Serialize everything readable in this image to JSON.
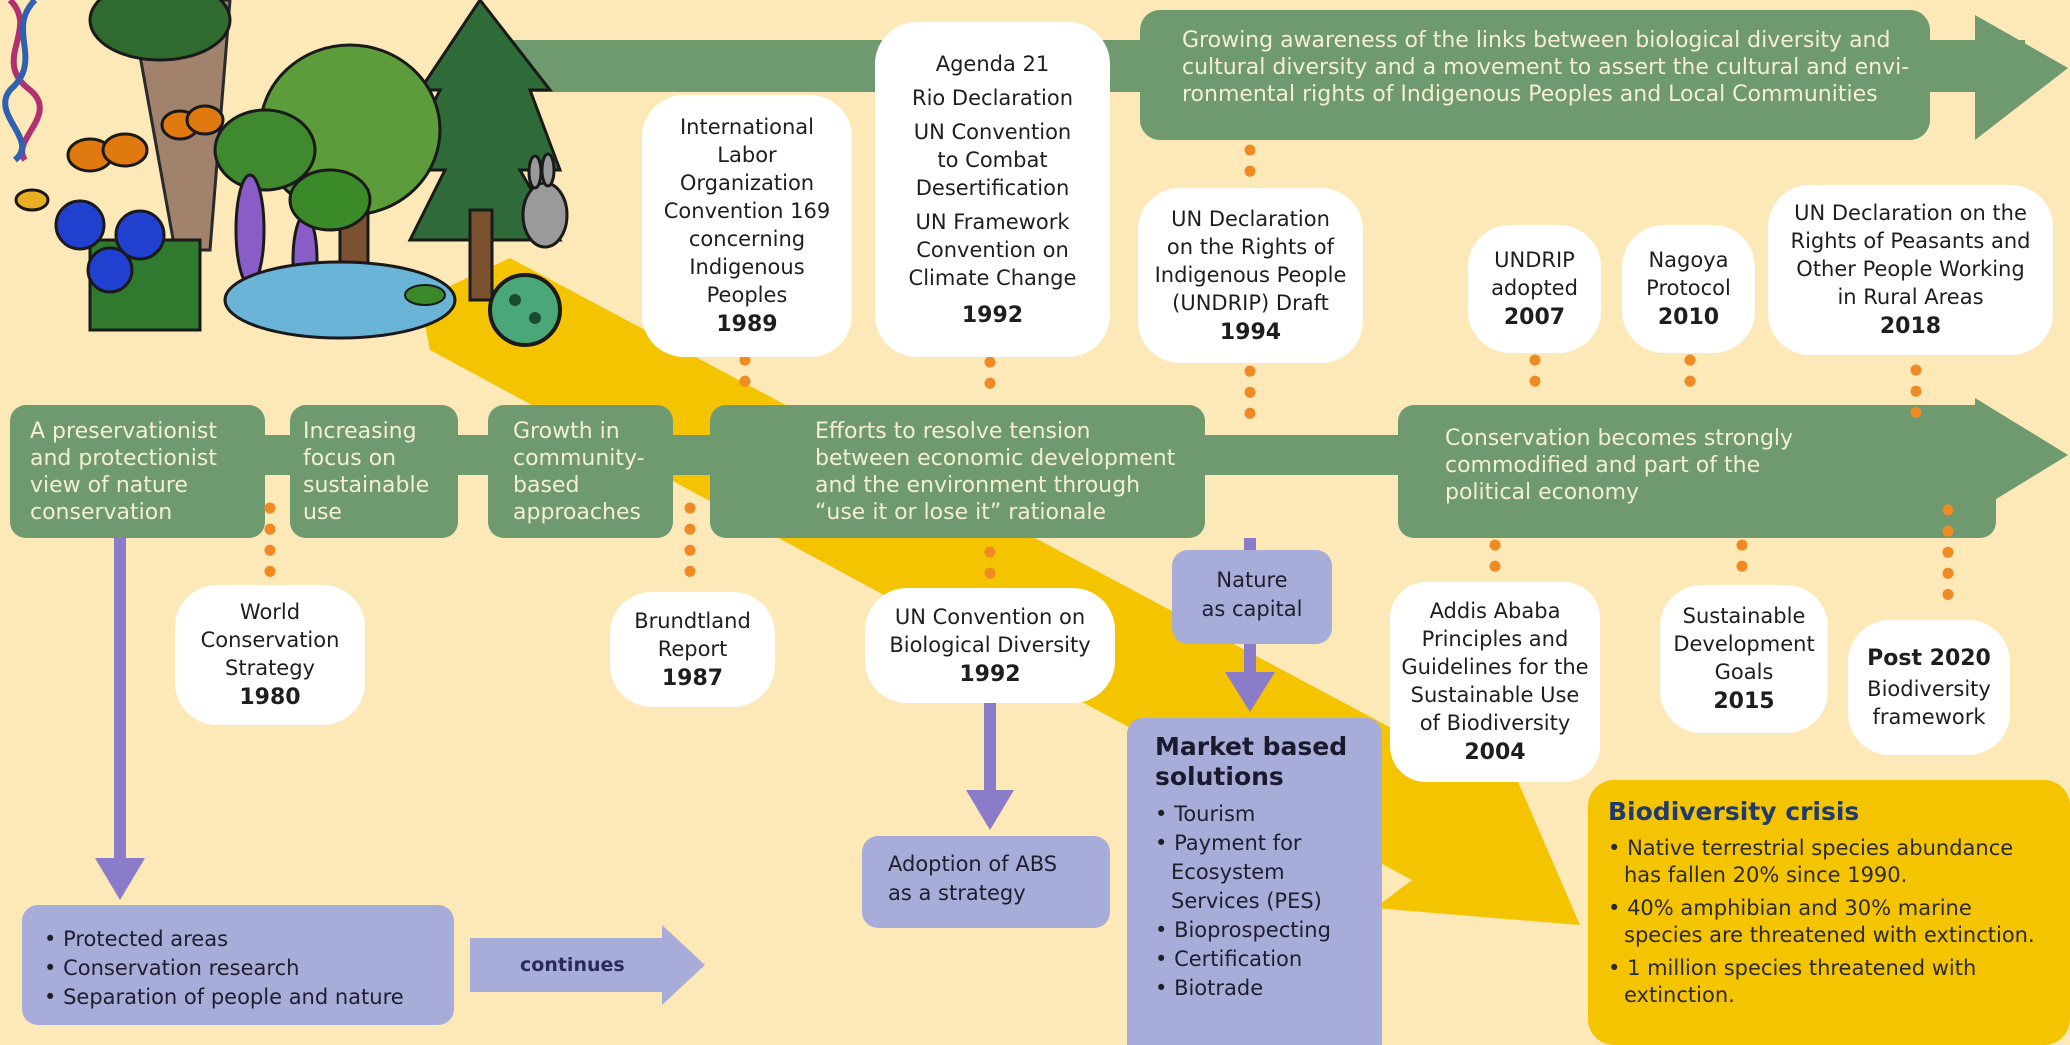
{
  "colors": {
    "background": "#fde8b8",
    "green": "#6f9a6f",
    "purple": "#8a7cc8",
    "lavender": "#a8acd8",
    "yellow": "#f5c400",
    "orange_dot": "#f08a24"
  },
  "top_band": {
    "text": "Growing awareness of the links between biological diversity and cultural diversity and a movement to assert the cultural and environmental rights of Indigenous Peoples and Local Communities",
    "lines": [
      "Growing awareness of the links between biological diversity and",
      "cultural diversity and a movement to assert the cultural and envi-",
      "ronmental rights of Indigenous Peoples and Local Communities"
    ]
  },
  "phases": [
    {
      "lines": [
        "A preservationist",
        "and protectionist",
        "view of nature",
        "conservation"
      ]
    },
    {
      "lines": [
        "Increasing",
        "focus on",
        "sustainable",
        "use"
      ]
    },
    {
      "lines": [
        "Growth in",
        "community-",
        "based",
        "approaches"
      ]
    },
    {
      "lines": [
        "Efforts to resolve tension",
        "between economic development",
        "and the environment through",
        "“use it or lose it” rationale"
      ]
    },
    {
      "lines": [
        "Conservation becomes strongly",
        "commodified and part of the",
        "political economy"
      ]
    }
  ],
  "events_top": [
    {
      "lines": [
        "International",
        "Labor",
        "Organization",
        "Convention 169",
        "concerning",
        "Indigenous",
        "Peoples"
      ],
      "year": "1989"
    },
    {
      "lines": [
        "Agenda 21",
        "Rio Declaration",
        "UN Convention",
        "to Combat",
        "Desertification",
        "UN Framework",
        "Convention on",
        "Climate Change"
      ],
      "year": "1992"
    },
    {
      "lines": [
        "UN Declaration",
        "on the Rights of",
        "Indigenous People",
        "(UNDRIP) Draft"
      ],
      "year": "1994"
    },
    {
      "lines": [
        "UNDRIP",
        "adopted"
      ],
      "year": "2007"
    },
    {
      "lines": [
        "Nagoya",
        "Protocol"
      ],
      "year": "2010"
    },
    {
      "lines": [
        "UN Declaration on the",
        "Rights of Peasants and",
        "Other People Working",
        "in Rural Areas"
      ],
      "year": "2018"
    }
  ],
  "events_bottom": [
    {
      "lines": [
        "World",
        "Conservation",
        "Strategy"
      ],
      "year": "1980"
    },
    {
      "lines": [
        "Brundtland",
        "Report"
      ],
      "year": "1987"
    },
    {
      "lines": [
        "UN Convention on",
        "Biological Diversity"
      ],
      "year": "1992"
    },
    {
      "lines": [
        "Addis Ababa",
        "Principles and",
        "Guidelines for the",
        "Sustainable Use",
        "of Biodiversity"
      ],
      "year": "2004"
    },
    {
      "lines": [
        "Sustainable",
        "Development",
        "Goals"
      ],
      "year": "2015"
    },
    {
      "lines": [
        "Biodiversity",
        "framework"
      ],
      "year": "Post 2020"
    }
  ],
  "protected_box": {
    "items": [
      "Protected areas",
      "Conservation research",
      "Separation of people and nature"
    ]
  },
  "continues_label": "continues",
  "abs_box": {
    "lines": [
      "Adoption of ABS",
      "as a strategy"
    ]
  },
  "nature_capital": {
    "lines": [
      "Nature",
      "as capital"
    ]
  },
  "market": {
    "title_lines": [
      "Market based",
      "solutions"
    ],
    "items": [
      "Tourism",
      "Payment for",
      "Ecosystem",
      "Services (PES)",
      "Bioprospecting",
      "Certification",
      "Biotrade"
    ],
    "bullets": [
      true,
      true,
      false,
      false,
      true,
      true,
      true
    ]
  },
  "crisis": {
    "title": "Biodiversity crisis",
    "items": [
      {
        "lines": [
          "Native terrestrial species abundance",
          "has fallen 20% since 1990."
        ]
      },
      {
        "lines": [
          "40% amphibian and 30% marine",
          "species are threatened with extinction."
        ]
      },
      {
        "lines": [
          "1 million species threatened with",
          "extinction."
        ]
      }
    ]
  },
  "icons": [
    "dna-icon",
    "tree-icon",
    "butterfly-icon",
    "bee-icon",
    "flower-icon",
    "rabbit-icon",
    "pond-icon",
    "virus-icon"
  ]
}
